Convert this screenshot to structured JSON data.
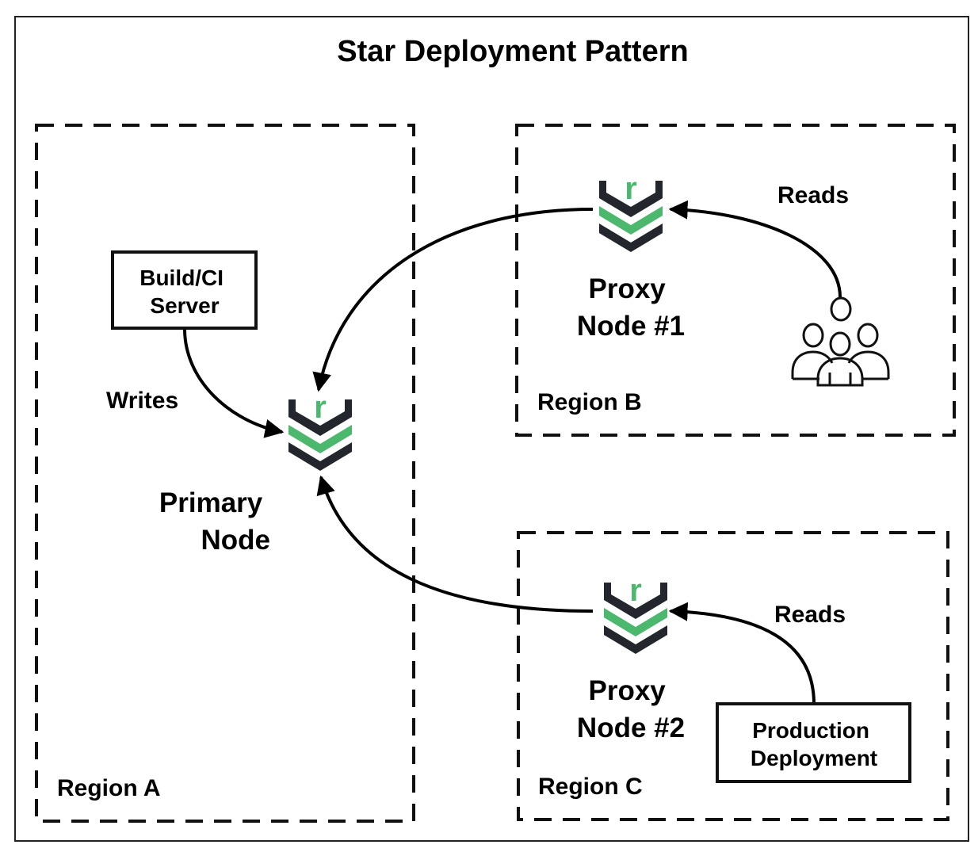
{
  "title": "Star Deployment Pattern",
  "colors": {
    "brand_dark": "#23262d",
    "brand_green": "#4cb86d",
    "line": "#000000"
  },
  "regions": {
    "a": "Region A",
    "b": "Region B",
    "c": "Region C"
  },
  "nodes": {
    "primary": [
      "Primary",
      "Node"
    ],
    "proxy1": [
      "Proxy",
      "Node #1"
    ],
    "proxy2": [
      "Proxy",
      "Node #2"
    ]
  },
  "logo": {
    "letter": "r",
    "icon": "server-node-icon"
  },
  "boxes": {
    "build_ci": [
      "Build/CI",
      "Server"
    ],
    "production": [
      "Production",
      "Deployment"
    ]
  },
  "edges": {
    "writes": "Writes",
    "reads_b": "Reads",
    "reads_c": "Reads"
  },
  "icons": {
    "users": "users-group-icon"
  }
}
